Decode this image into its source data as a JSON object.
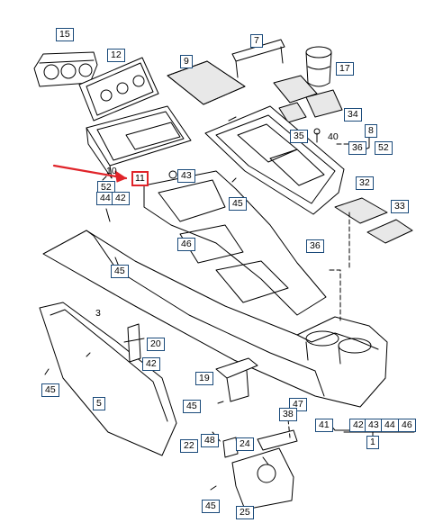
{
  "diagram": {
    "labels": {
      "l15": "15",
      "l12": "12",
      "l9": "9",
      "l7": "7",
      "l17": "17",
      "l34": "34",
      "l8": "8",
      "l35": "35",
      "l40": "40",
      "l36a": "36",
      "l52a": "52",
      "l10": "10",
      "l11": "11",
      "l43a": "43",
      "l52b": "52",
      "l44a": "44",
      "l42a": "42",
      "l45a": "45",
      "l46a": "46",
      "l36b": "36",
      "l32": "32",
      "l33": "33",
      "l45b": "45",
      "l3": "3",
      "l20": "20",
      "l42b": "42",
      "l45c": "45",
      "l19": "19",
      "l5": "5",
      "l45d": "45",
      "l47": "47",
      "l38": "38",
      "l41": "41",
      "l42c": "42",
      "l43b": "43",
      "l44b": "44",
      "l46b": "46",
      "l1": "1",
      "l22": "22",
      "l48": "48",
      "l24": "24",
      "l45e": "45",
      "l25": "25"
    },
    "highlight_color": "#e0242a",
    "label_border_color": "#1a4a7a"
  }
}
